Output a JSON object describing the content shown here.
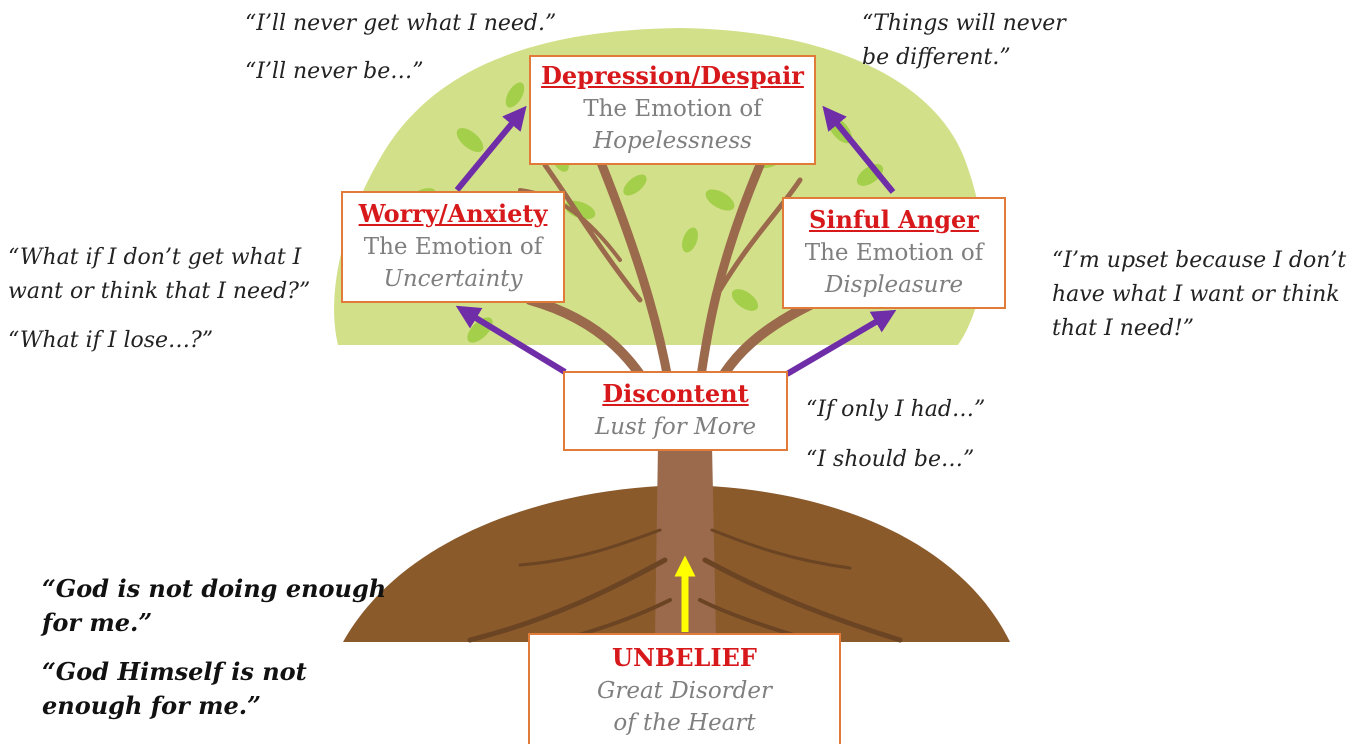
{
  "boxes": {
    "depression": {
      "title": "Depression/Despair",
      "line1": "The Emotion of",
      "line2": "Hopelessness"
    },
    "worry": {
      "title": "Worry/Anxiety",
      "line1": "The Emotion of",
      "line2": "Uncertainty"
    },
    "anger": {
      "title": "Sinful Anger",
      "line1": "The Emotion of",
      "line2": "Displeasure"
    },
    "discontent": {
      "title": "Discontent",
      "line2": "Lust for More"
    },
    "unbelief": {
      "title": "UNBELIEF",
      "line2a": "Great Disorder",
      "line2b": "of the Heart"
    }
  },
  "quotes": {
    "top_left_1": "“I’ll never get what I need.”",
    "top_left_2": "“I’ll never be…”",
    "top_right_1": "“Things will never",
    "top_right_2": "be different.”",
    "left_1": "“What if I don’t get what I",
    "left_2": "want or think that I need?”",
    "left_3": "“What if I lose…?”",
    "right_1": "“I’m upset because I don’t",
    "right_2": "have what I want or think",
    "right_3": "that I need!”",
    "mid_right_1": "“If only I had…”",
    "mid_right_2": "“I should be…”",
    "bottom_left_1": "“God is not doing enough",
    "bottom_left_2": "for me.”",
    "bottom_left_3": "“God Himself is not",
    "bottom_left_4": "enough for me.”"
  },
  "colors": {
    "canopy": "#d3e08a",
    "leaf": "#8cc63f",
    "trunk": "#9b6a4c",
    "soil": "#8a5a2b",
    "arrow": "#6f2da8",
    "root_arrow": "#ffff00",
    "title_red": "#d7191c",
    "box_border": "#e07b39"
  }
}
